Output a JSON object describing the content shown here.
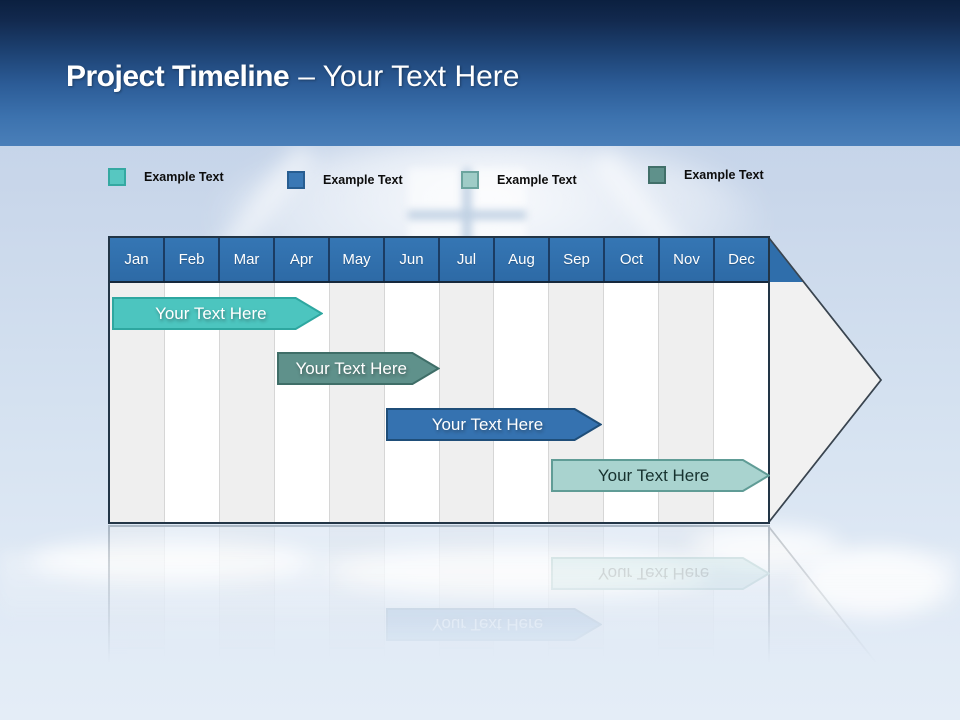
{
  "slide": {
    "title_bold": "Project Timeline",
    "title_suffix": "– Your Text Here"
  },
  "legend": {
    "items": [
      {
        "label": "Example Text",
        "color": "#57C7C1",
        "border": "#35A9A2"
      },
      {
        "label": "Example Text",
        "color": "#3A78B5",
        "border": "#275D91"
      },
      {
        "label": "Example Text",
        "color": "#9FCCC7",
        "border": "#6BA49E"
      },
      {
        "label": "Example Text",
        "color": "#5F918B",
        "border": "#416F69"
      }
    ]
  },
  "chart_data": {
    "type": "bar",
    "subtype": "gantt-timeline",
    "title": "Project Timeline – Your Text Here",
    "categories": [
      "Jan",
      "Feb",
      "Mar",
      "Apr",
      "May",
      "Jun",
      "Jul",
      "Aug",
      "Sep",
      "Oct",
      "Nov",
      "Dec"
    ],
    "header_color": "#2F6EAB",
    "header_divider_color": "#1B3C63",
    "column_shade_color": "#EFEFEF",
    "arrow_fill": "#F1F1F1",
    "arrow_stroke": "#3A4550",
    "legend_position": "top",
    "grid": true,
    "x_range_months": [
      0,
      12
    ],
    "bars": [
      {
        "label": "Your  Text Here",
        "start_month": 0.0,
        "end_month": 3.35,
        "fill": "#4CC5BF",
        "border": "#2EA7A0",
        "text_color": "#FFFFFF"
      },
      {
        "label": "Your  Text Here",
        "start_month": 3.0,
        "end_month": 5.47,
        "fill": "#5F918B",
        "border": "#3F6E68",
        "text_color": "#FFFFFF"
      },
      {
        "label": "Your  Text Here",
        "start_month": 5.0,
        "end_month": 8.44,
        "fill": "#3572B0",
        "border": "#1F4E79",
        "text_color": "#FFFFFF"
      },
      {
        "label": "Your  Text Here",
        "start_month": 8.0,
        "end_month": 11.5,
        "fill": "#A9D3CF",
        "border": "#609C96",
        "text_color": "#17322F"
      }
    ]
  }
}
